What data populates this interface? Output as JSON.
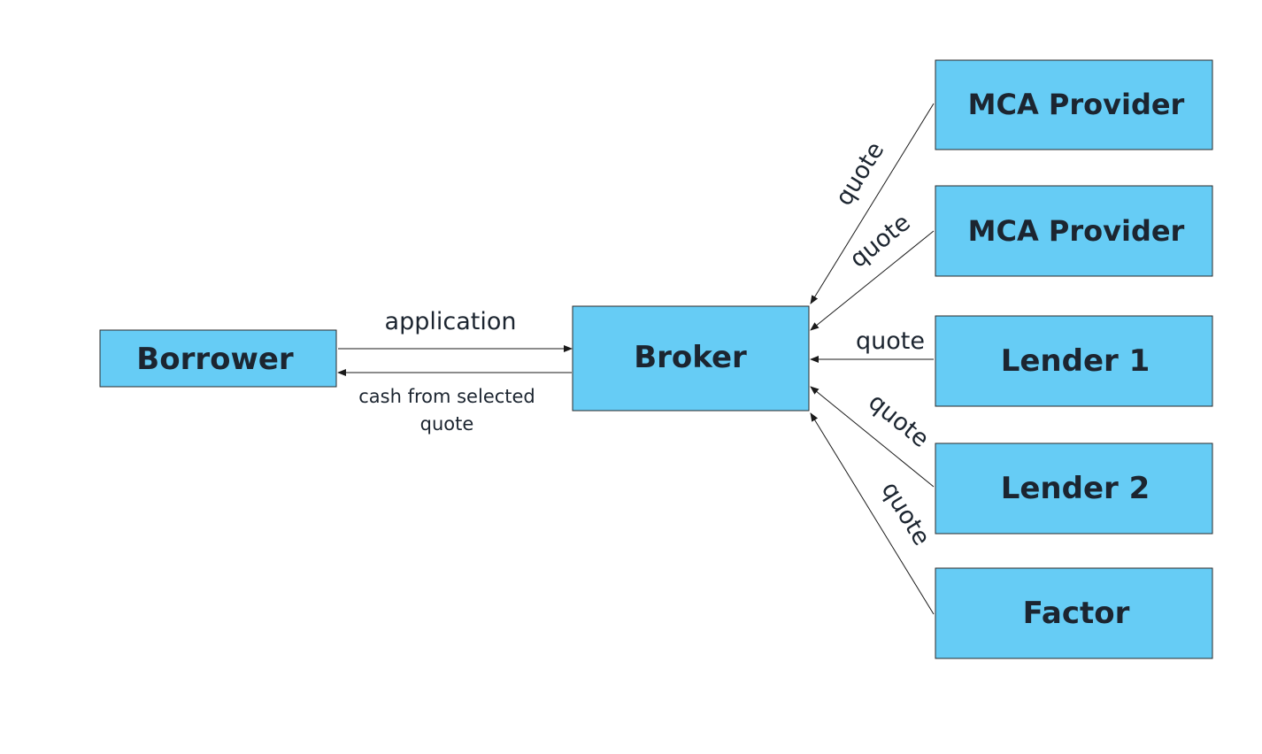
{
  "colors": {
    "node_fill": "#66ccf5",
    "node_border": "#2a2a2a",
    "text": "#1c2530",
    "edge": "#1a1a1a"
  },
  "nodes": {
    "borrower": "Borrower",
    "broker": "Broker",
    "mca_provider_1": "MCA Provider",
    "mca_provider_2": "MCA Provider",
    "lender_1": "Lender 1",
    "lender_2": "Lender 2",
    "factor": "Factor"
  },
  "edges": {
    "application": "application",
    "cash_line_1": "cash from selected",
    "cash_line_2": "quote",
    "quote_mca_1": "quote",
    "quote_mca_2": "quote",
    "quote_lender_1": "quote",
    "quote_lender_2": "quote",
    "quote_factor": "quote"
  }
}
